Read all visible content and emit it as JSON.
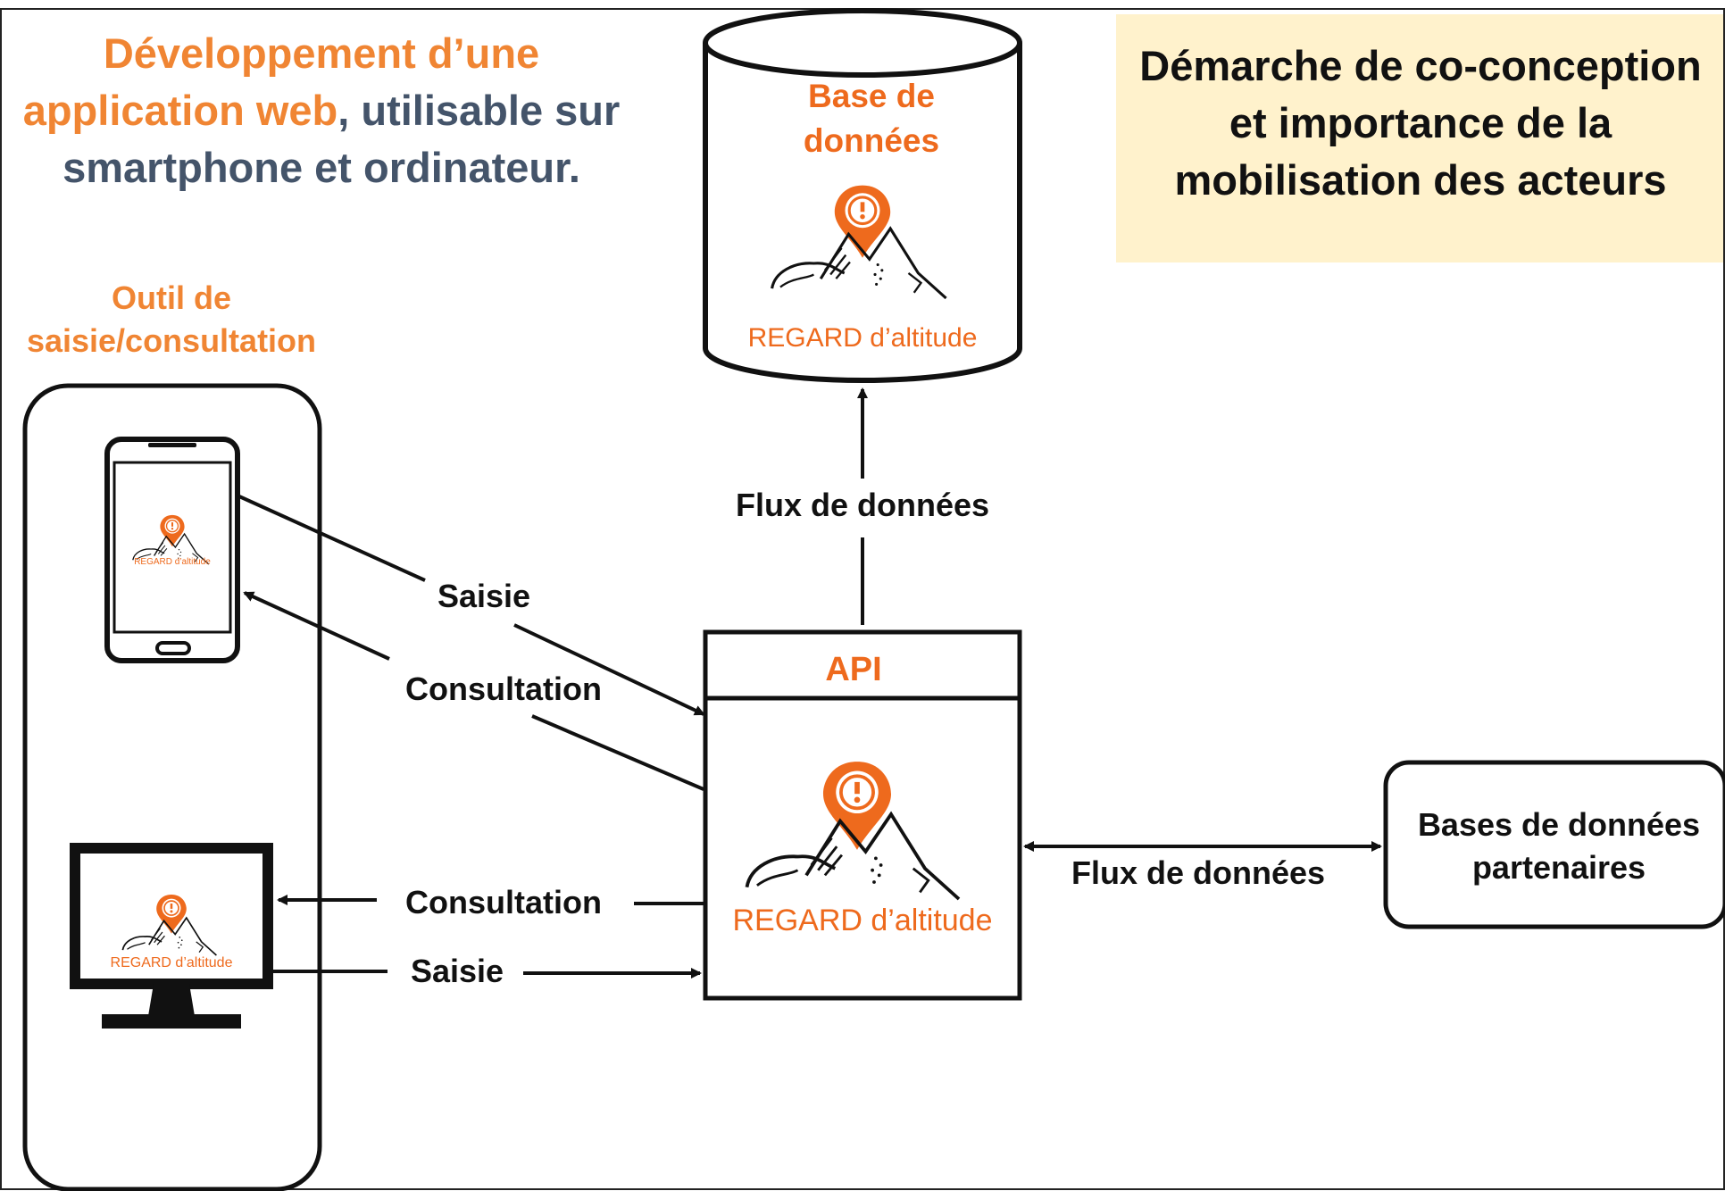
{
  "colors": {
    "accent_orange": "#f08533",
    "slate_text": "#44546a",
    "highlight_bg": "#fff2cc",
    "stroke": "#111111",
    "api_orange": "#ee6a1d"
  },
  "top_left_title": {
    "part1": "Développement d’une application web",
    "part2": ", utilisable sur smartphone et ordinateur."
  },
  "right_title": "Démarche de co-conception et importance de la mobilisation des acteurs",
  "tool_label": {
    "line1": "Outil de",
    "line2": "saisie/consultation"
  },
  "database": {
    "line1": "Base de",
    "line2": "données"
  },
  "api": {
    "title": "API"
  },
  "brand": {
    "name": "REGARD d’altitude",
    "icon": "alert-pin-mountain-icon"
  },
  "partners": {
    "line1": "Bases de données",
    "line2": "partenaires"
  },
  "flows": {
    "api_to_db": "Flux de données",
    "api_partners": "Flux de données",
    "phone_saisie": "Saisie",
    "phone_consultation": "Consultation",
    "computer_consultation": "Consultation",
    "computer_saisie": "Saisie"
  }
}
